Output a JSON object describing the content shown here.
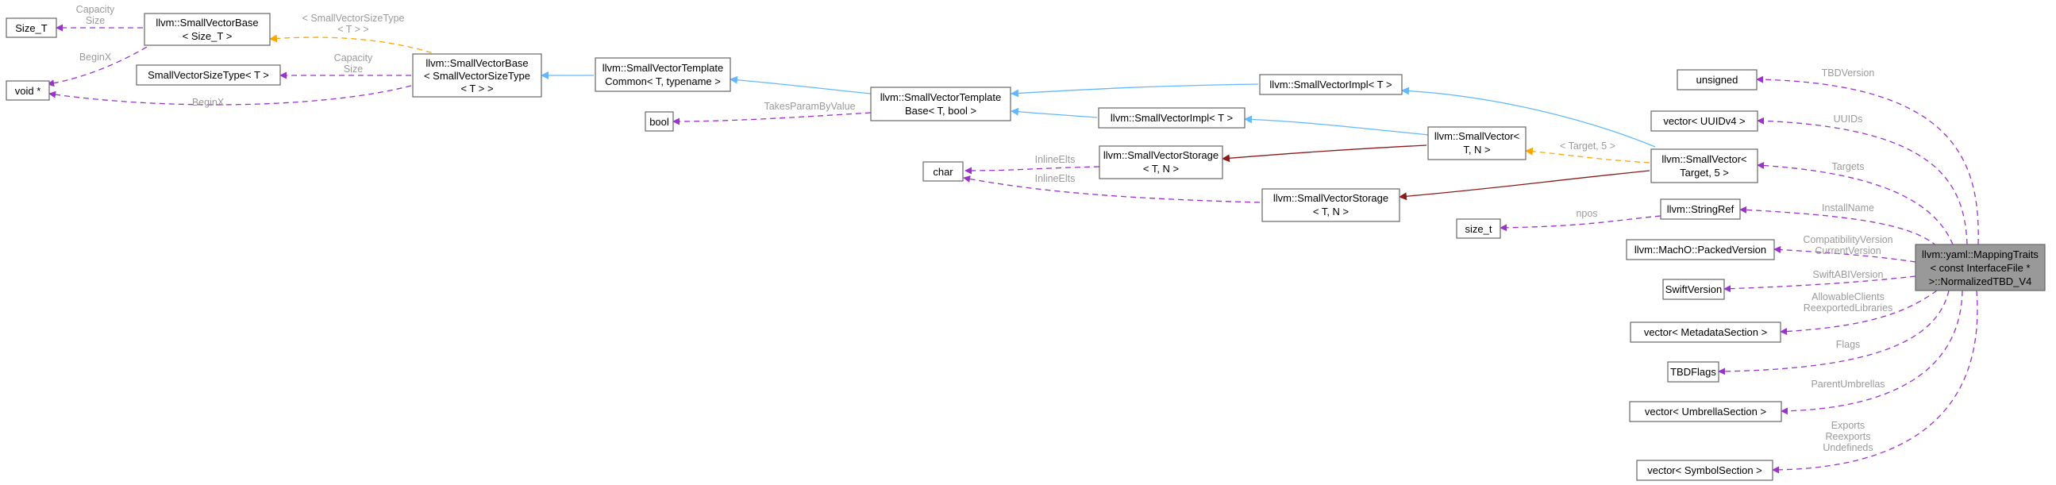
{
  "nodes": {
    "size_t_cap": "Size_T",
    "void_ptr": "void *",
    "svbase_size_t": [
      "llvm::SmallVectorBase",
      "< Size_T >"
    ],
    "sv_size_type": "SmallVectorSizeType< T >",
    "svbase_sizetype": [
      "llvm::SmallVectorBase",
      "< SmallVectorSizeType",
      "< T > >"
    ],
    "svtc": [
      "llvm::SmallVectorTemplate",
      "Common< T, typename >"
    ],
    "bool": "bool",
    "svtb": [
      "llvm::SmallVectorTemplate",
      "Base< T, bool >"
    ],
    "char": "char",
    "svstorage_1": [
      "llvm::SmallVectorStorage",
      "< T, N >"
    ],
    "svstorage_2": [
      "llvm::SmallVectorStorage",
      "< T, N >"
    ],
    "svimpl_1": "llvm::SmallVectorImpl< T >",
    "svimpl_2": "llvm::SmallVectorImpl< T >",
    "smallvector": [
      "llvm::SmallVector<",
      "T, N >"
    ],
    "size_t_small": "size_t",
    "unsigned": "unsigned",
    "vec_uuid": "vector< UUIDv4 >",
    "sv_target": [
      "llvm::SmallVector<",
      "Target, 5 >"
    ],
    "stringref": "llvm::StringRef",
    "packedversion": "llvm::MachO::PackedVersion",
    "swiftversion": "SwiftVersion",
    "vec_metadata": "vector< MetadataSection >",
    "tbdflags": "TBDFlags",
    "vec_umbrella": "vector< UmbrellaSection >",
    "vec_symbol": "vector< SymbolSection >",
    "main": [
      "llvm::yaml::MappingTraits",
      "< const InterfaceFile *",
      ">::NormalizedTBD_V4"
    ]
  },
  "edge_labels": {
    "capacity_size_1": [
      "Capacity",
      "Size"
    ],
    "beginx_1": "BeginX",
    "template_sizetype": [
      "< SmallVectorSizeType",
      "< T > >"
    ],
    "capacity_size_2": [
      "Capacity",
      "Size"
    ],
    "beginx_2": "BeginX",
    "takes_param": "TakesParamByValue",
    "inline_elts_1": "InlineElts",
    "inline_elts_2": "InlineElts",
    "template_target": "< Target, 5 >",
    "npos": "npos",
    "tbdversion": "TBDVersion",
    "uuids": "UUIDs",
    "targets": "Targets",
    "installname": "InstallName",
    "compat_current": [
      "CompatibilityVersion",
      "CurrentVersion"
    ],
    "swiftabi": "SwiftABIVersion",
    "allowable_reexported": [
      "AllowableClients",
      "ReexportedLibraries"
    ],
    "flags": "Flags",
    "parent_umbrellas": "ParentUmbrellas",
    "exports_reexports_undefineds": [
      "Exports",
      "Reexports",
      "Undefineds"
    ]
  },
  "colors": {
    "usage_edge": "#9a32cd",
    "inheritance_edge": "#63b8ff",
    "template_edge": "#ffa500",
    "private_inheritance_edge": "#8b1a1a",
    "focus_node_fill": "#999999",
    "label_text": "#9a9a9a"
  }
}
